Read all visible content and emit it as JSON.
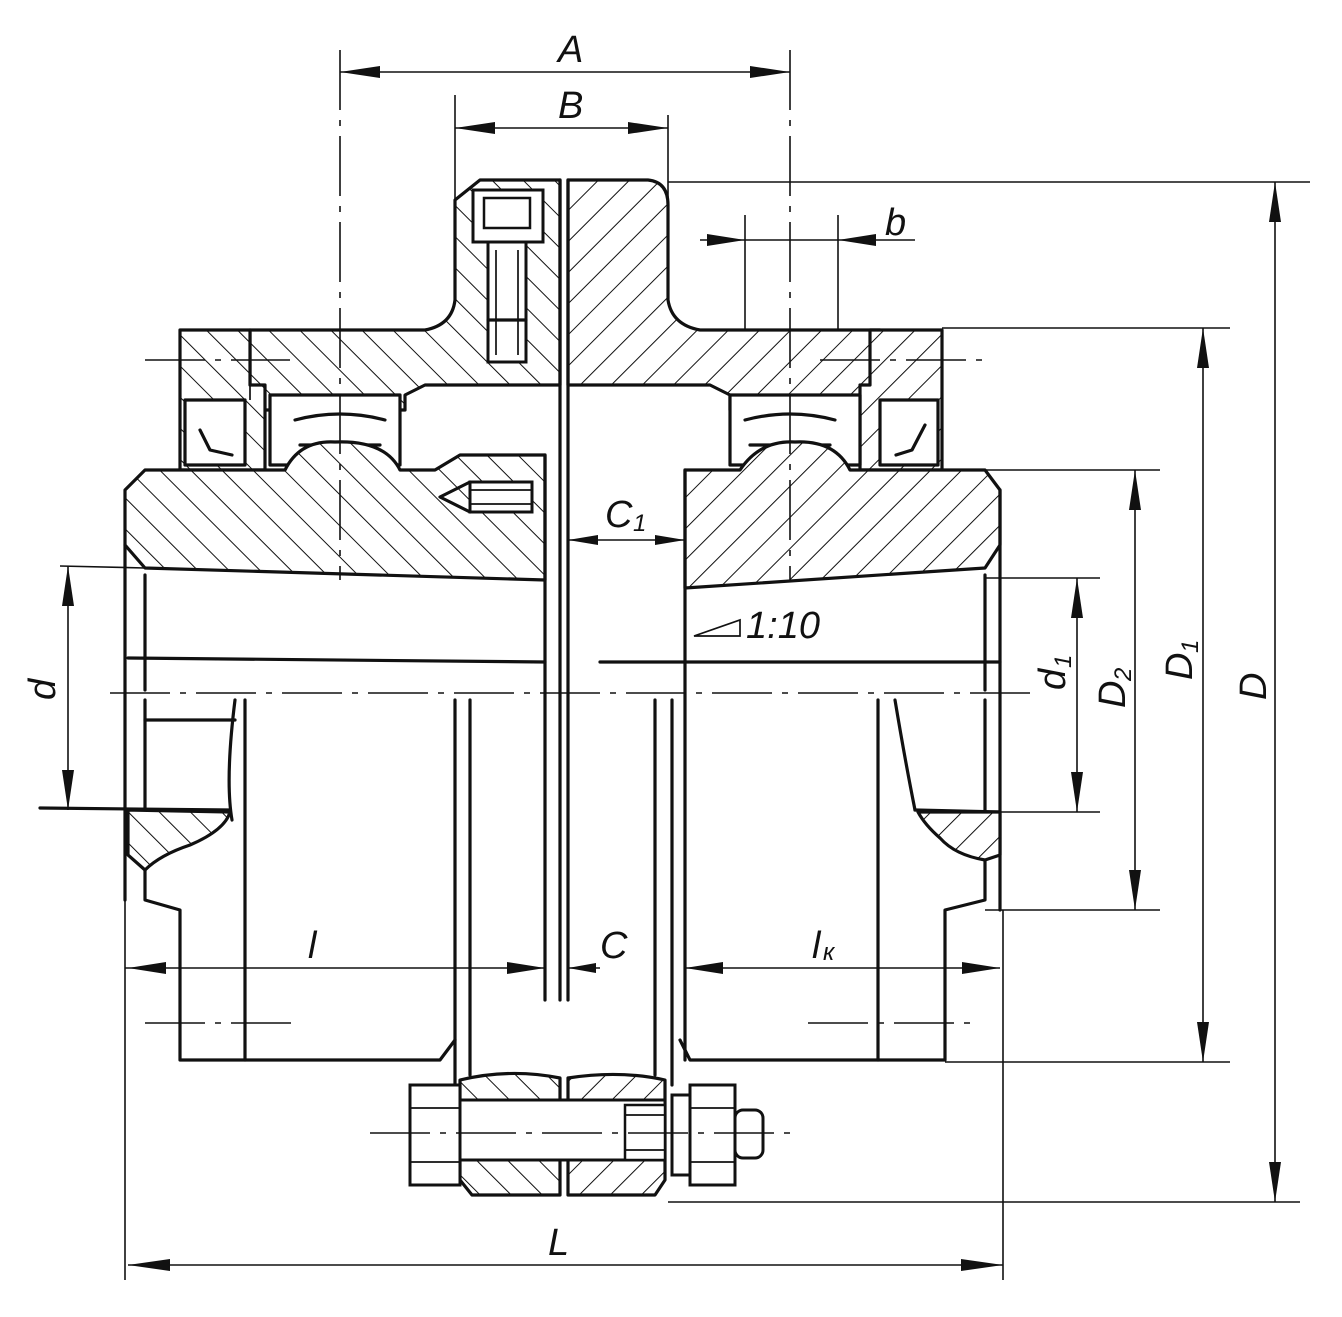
{
  "labels": {
    "A": "A",
    "B": "B",
    "b": "b",
    "C1": "C",
    "C1_sub": "1",
    "taper": "1:10",
    "d": "d",
    "d1": "d",
    "d1_sub": "1",
    "D2": "D",
    "D2_sub": "2",
    "D1": "D",
    "D1_sub": "1",
    "D": "D",
    "l": "l",
    "C": "C",
    "lk": "l",
    "lk_sub": "к",
    "L": "L"
  },
  "symbols": {
    "taper_icon": "taper-triangle-icon"
  },
  "colors": {
    "ink": "#111111",
    "paper": "#ffffff"
  }
}
